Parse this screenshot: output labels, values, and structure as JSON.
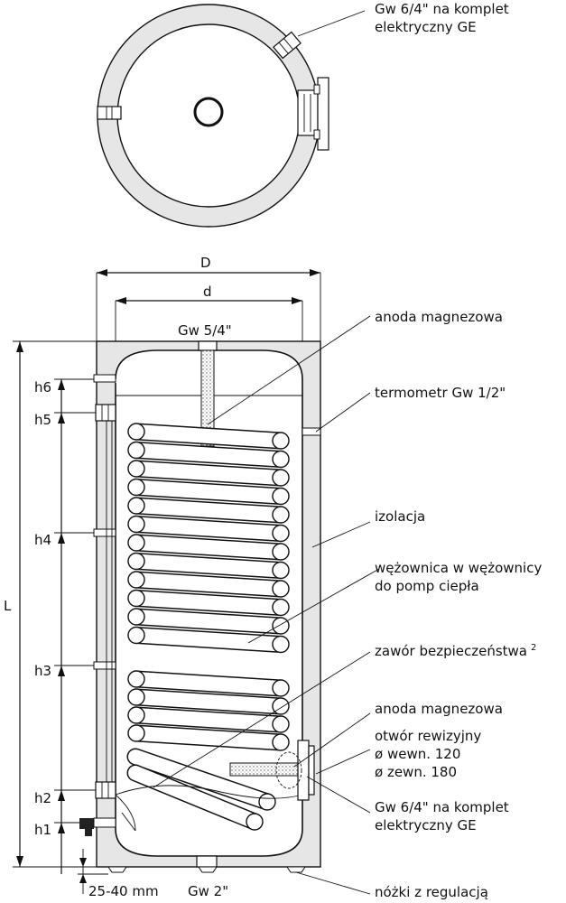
{
  "colors": {
    "insulation": "#e6e6e6",
    "line": "#111111",
    "anode": "#dcdcdc"
  },
  "top_view": {
    "label_line1": "Gw 6/4\" na komplet",
    "label_line2": "elektryczny GE"
  },
  "dimensions": {
    "D": "D",
    "d": "d",
    "L": "L",
    "h6": "h6",
    "h5": "h5",
    "h4": "h4",
    "h3": "h3",
    "h2": "h2",
    "h1": "h1",
    "feet": "25-40 mm",
    "top_conn": "Gw 5/4\"",
    "bottom_conn": "Gw 2\""
  },
  "callouts": {
    "anode_top": "anoda magnezowa",
    "thermometer": "termometr Gw 1/2\"",
    "insulation": "izolacja",
    "coil_line1": "wężownica w wężownicy",
    "coil_line2": "do pomp ciepła",
    "valve": "zawór bezpieczeństwa",
    "valve_sup": "2",
    "anode_bottom": "anoda magnezowa",
    "inspection_line1": "otwór rewizyjny",
    "inspection_line2": "ø wewn. 120",
    "inspection_line3": "ø zewn. 180",
    "ge_line1": "Gw 6/4\" na komplet",
    "ge_line2": "elektryczny GE",
    "legs": "nóżki z regulacją"
  }
}
